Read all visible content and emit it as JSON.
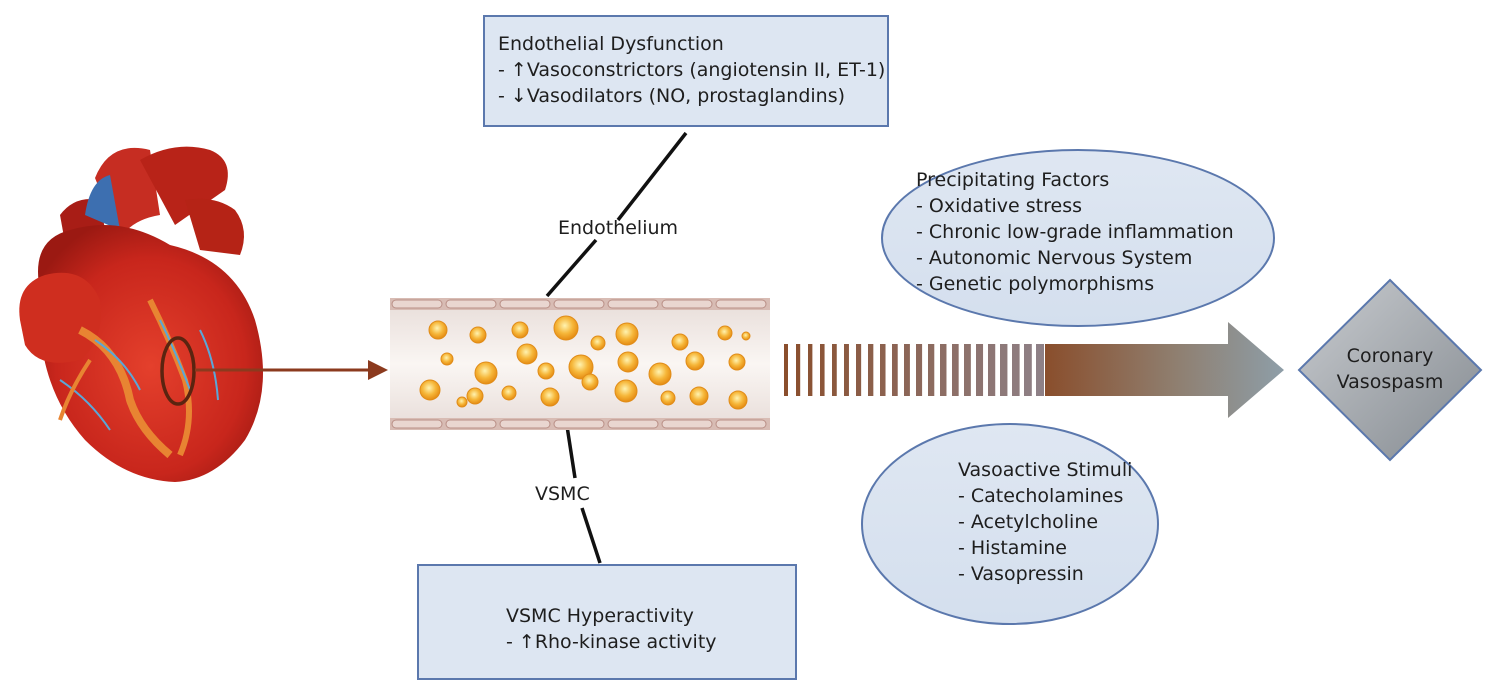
{
  "endothelial_box": {
    "title": "Endothelial Dysfunction",
    "lines": [
      "- ↑Vasoconstrictors (angiotensin II, ET-1)",
      "- ↓Vasodilators (NO, prostaglandins)"
    ]
  },
  "vsmc_box": {
    "title": "VSMC Hyperactivity",
    "lines": [
      "- ↑Rho-kinase activity"
    ]
  },
  "labels": {
    "endothelium": "Endothelium",
    "vsmc": "VSMC"
  },
  "precipitating": {
    "title": "Precipitating Factors",
    "items": [
      "- Oxidative stress",
      "- Chronic low-grade inflammation",
      "- Autonomic Nervous System",
      "- Genetic polymorphisms"
    ]
  },
  "vasoactive": {
    "title": "Vasoactive Stimuli",
    "items": [
      "- Catecholamines",
      "- Acetylcholine",
      "- Histamine",
      "- Vasopressin"
    ]
  },
  "outcome": {
    "line1": "Coronary",
    "line2": "Vasospasm"
  },
  "colors": {
    "box_fill": "#dde6f2",
    "box_stroke": "#5b78ad",
    "arrow_brown": "#8b3a1e",
    "gradient_arrow": "#8e9ea8",
    "heart_red": "#c8261c"
  }
}
